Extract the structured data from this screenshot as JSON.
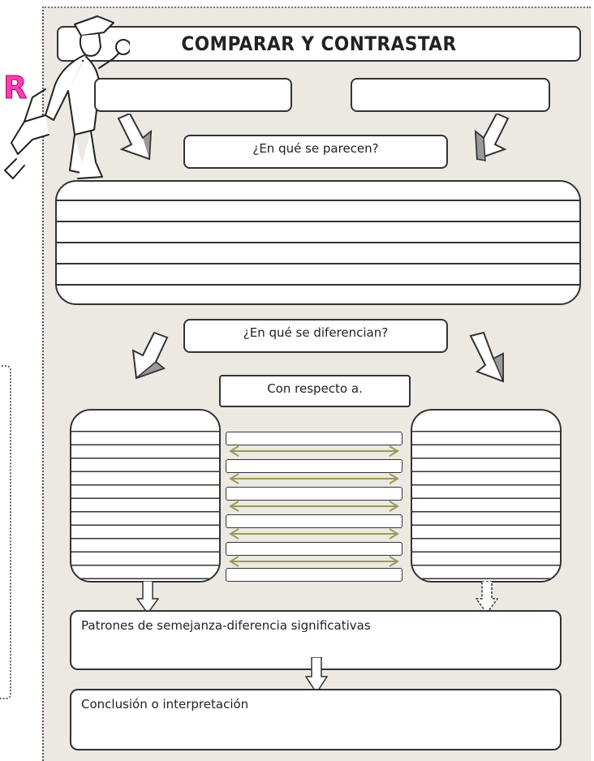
{
  "worksheet": {
    "title": "COMPARAR Y CONTRASTAR",
    "similarities_label": "¿En qué se parecen?",
    "differences_label": "¿En qué se diferencian?",
    "with_respect_label": "Con respecto a.",
    "patterns_label": "Patrones de semejanza-diferencia significativas",
    "conclusion_label": "Conclusión o interpretación"
  },
  "side_panel": {
    "letter": "R"
  },
  "colors": {
    "paper": "#ebe9e1",
    "side_letter": "#ff3fb0",
    "arrow_accent": "#9a9a5a"
  },
  "icons": [
    "detective-illustration",
    "down-arrow-icon",
    "double-arrow-icon"
  ]
}
